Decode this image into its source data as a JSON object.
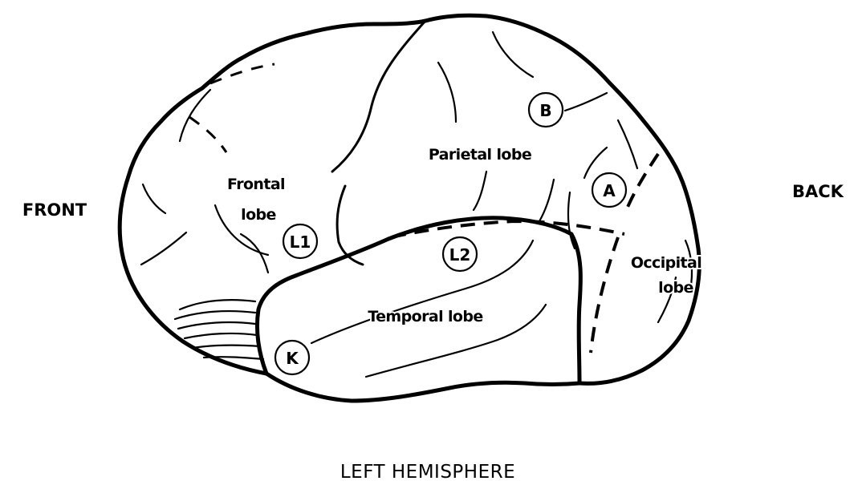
{
  "labels": {
    "front": "FRONT",
    "back": "BACK",
    "hemisphere": "LEFT HEMISPHERE"
  },
  "lobes": {
    "frontal_line1": "Frontal",
    "frontal_line2": "lobe",
    "parietal": "Parietal lobe",
    "temporal": "Temporal lobe",
    "occipital_line1": "Occipital",
    "occipital_line2": "lobe"
  },
  "areas": {
    "b": "B",
    "a": "A",
    "l1": "L1",
    "l2": "L2",
    "k": "K"
  }
}
